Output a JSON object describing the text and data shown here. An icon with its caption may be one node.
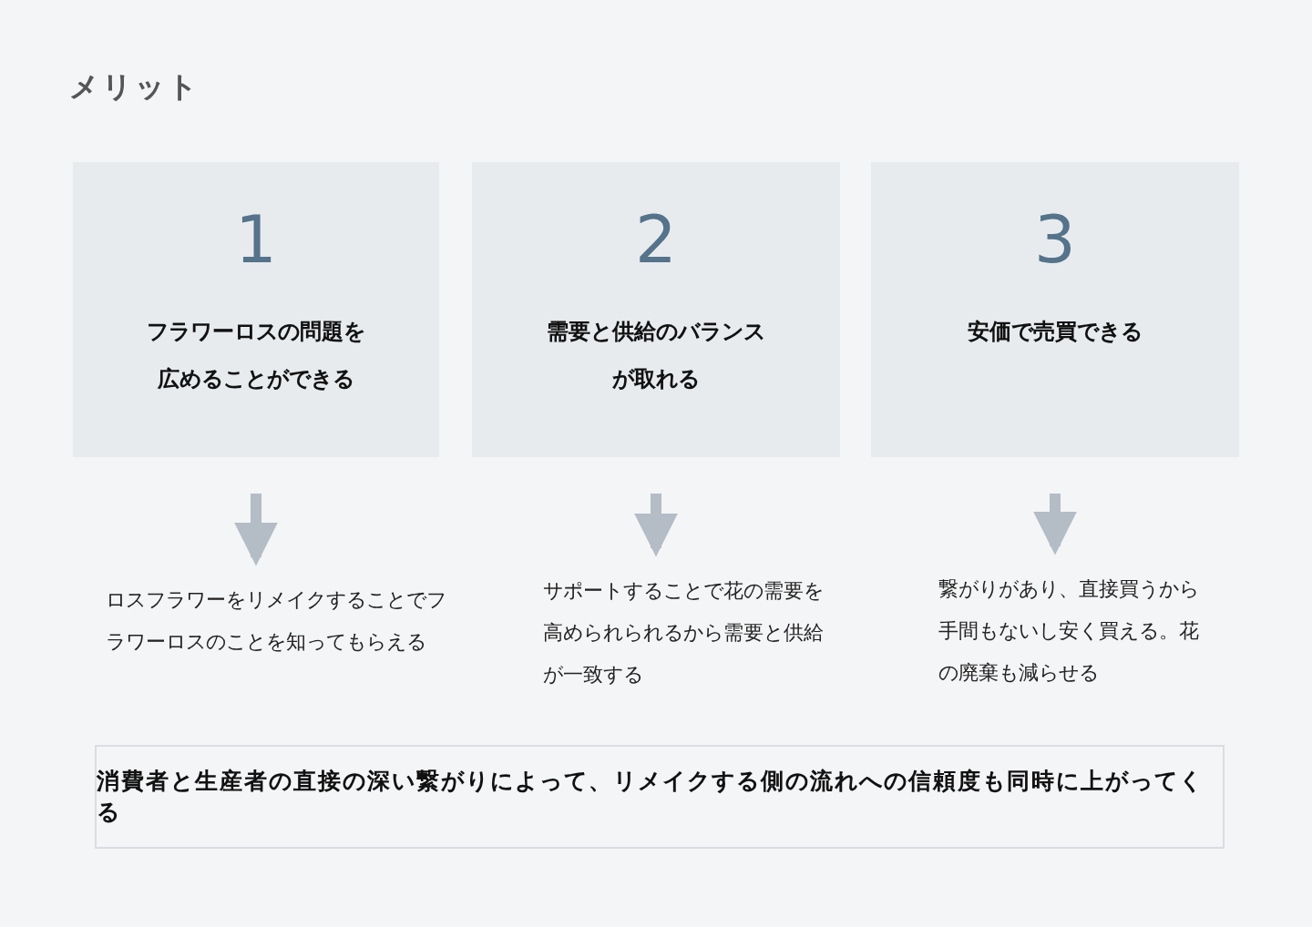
{
  "diagram": {
    "title": "メリット",
    "nodes": [
      {
        "text": [
          "1",
          "フラワーロスの問題を広めることができる"
        ]
      },
      {
        "text": [
          "2",
          "需要と供給のバランスが取れる"
        ]
      },
      {
        "text": [
          "3",
          "安価で売買できる"
        ]
      },
      {
        "text": [
          "ロスフラワーをリメイクすることでフラワーロスのことを知ってもらえる"
        ]
      },
      {
        "text": [
          "サポートすることで花の需要を高められられるから需要と供給が一致する"
        ]
      },
      {
        "text": [
          "繋がりがあり、直接買うから手間もないし安く買える。花の廃棄も減らせる"
        ]
      },
      {
        "text": [
          "消費者と生産者の直接の深い繋がりによって、リメイクする側の流れへの信頼度も同時に上がってくる"
        ]
      }
    ],
    "edges": [
      {
        "from": 0,
        "to": 3,
        "arrow": "to"
      },
      {
        "from": 1,
        "to": 4,
        "arrow": "to"
      },
      {
        "from": 2,
        "to": 5,
        "arrow": "to"
      }
    ]
  }
}
